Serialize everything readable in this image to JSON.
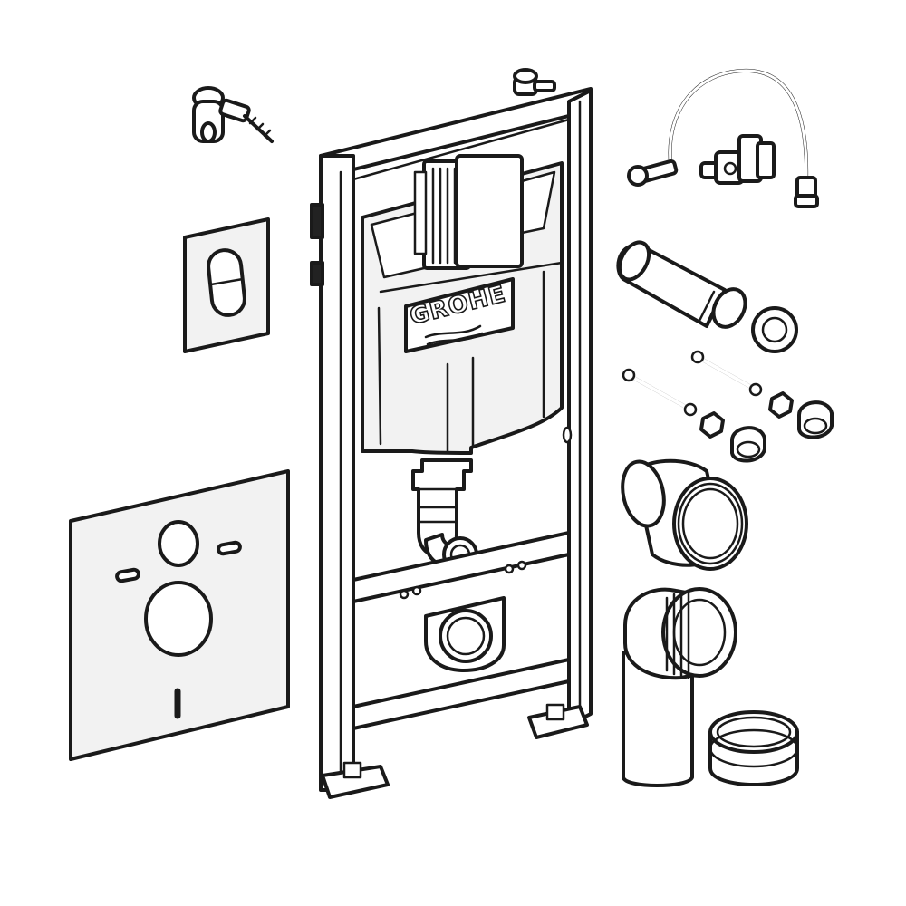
{
  "diagram": {
    "brand_logo_text": "GROHE",
    "colors": {
      "line": "#1a1a1a",
      "panel": "#f2f2f2",
      "background": "#ffffff"
    },
    "parts": [
      "wall-bracket",
      "flush-plate",
      "sound-insulation-mat",
      "installation-frame",
      "cistern",
      "water-connection-hose",
      "angle-valve",
      "flush-pipe",
      "pipe-seal",
      "mounting-bolts",
      "mounting-nuts",
      "bolt-caps",
      "drain-connector",
      "drain-elbow",
      "protective-cap"
    ]
  }
}
